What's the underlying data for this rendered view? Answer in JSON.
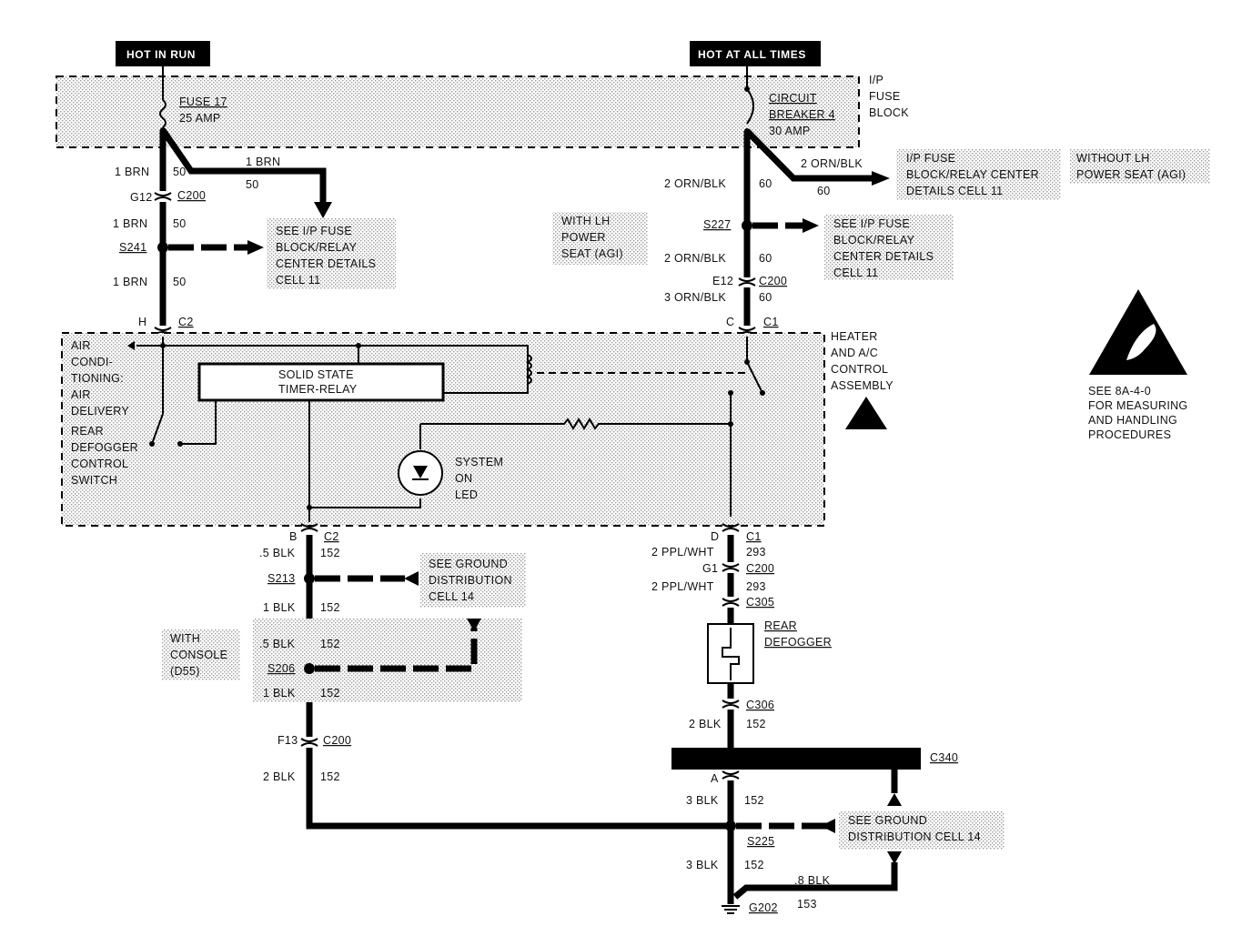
{
  "supplies": {
    "left": "HOT IN RUN",
    "right": "HOT AT ALL TIMES"
  },
  "fuse_block": {
    "fuse": [
      "FUSE 17",
      "25 AMP"
    ],
    "breaker": [
      "CIRCUIT",
      "BREAKER 4",
      "30 AMP"
    ],
    "title": [
      "I/P",
      "FUSE",
      "BLOCK"
    ]
  },
  "left_wires": {
    "w1": "1 BRN",
    "c1": "50",
    "w2": "1 BRN",
    "c2": "50",
    "branch_w": "1 BRN",
    "branch_c": "50",
    "w3": "1 BRN",
    "c3": "50",
    "g12": "G12",
    "c200": "C200",
    "splice": "S241",
    "h": "H",
    "c2conn": "C2"
  },
  "left_note": [
    "SEE I/P FUSE",
    "BLOCK/RELAY",
    "CENTER DETAILS",
    "CELL 11"
  ],
  "right_wires": {
    "w1": "2 ORN/BLK",
    "c1": "60",
    "branch_w": "2 ORN/BLK",
    "branch_c": "60",
    "w2": "2 ORN/BLK",
    "c2": "60",
    "e12": "E12",
    "c200": "C200",
    "w3": "3 ORN/BLK",
    "c3": "60",
    "splice": "S227",
    "c": "C",
    "c1conn": "C1"
  },
  "right_branch_note": [
    "I/P FUSE",
    "BLOCK/RELAY CENTER",
    "DETAILS CELL 11"
  ],
  "without_note": [
    "WITHOUT LH",
    "POWER SEAT (AGI)"
  ],
  "with_note": [
    "WITH LH",
    "POWER",
    "SEAT (AGI)"
  ],
  "right_splice_note": [
    "SEE I/P FUSE",
    "BLOCK/RELAY",
    "CENTER DETAILS",
    "CELL 11"
  ],
  "control": {
    "title": [
      "HEATER",
      "AND A/C",
      "CONTROL",
      "ASSEMBLY"
    ],
    "ac": [
      "AIR",
      "CONDI-",
      "TIONING:",
      "AIR",
      "DELIVERY"
    ],
    "rear": [
      "REAR",
      "DEFOGGER",
      "CONTROL",
      "SWITCH"
    ],
    "relay": [
      "SOLID STATE",
      "TIMER-RELAY"
    ],
    "led": [
      "SYSTEM",
      "ON",
      "LED"
    ]
  },
  "esd_note": [
    "SEE 8A-4-0",
    "FOR MEASURING",
    "AND HANDLING",
    "PROCEDURES"
  ],
  "bottom_left": {
    "b": "B",
    "c2": "C2",
    "w1": ".5 BLK",
    "c1": "152",
    "s213": "S213",
    "w2": "1 BLK",
    "c2n": "152",
    "w3": ".5 BLK",
    "c3": "152",
    "s206": "S206",
    "w4": "1 BLK",
    "c4": "152",
    "f13": "F13",
    "c200": "C200",
    "w5": "2 BLK",
    "c5": "152"
  },
  "ground_note1": [
    "SEE GROUND",
    "DISTRIBUTION",
    "CELL 14"
  ],
  "console_note": [
    "WITH",
    "CONSOLE",
    "(D55)"
  ],
  "bottom_right": {
    "d": "D",
    "c1": "C1",
    "w1": "2 PPL/WHT",
    "n1": "293",
    "g1": "G1",
    "c200": "C200",
    "w2": "2 PPL/WHT",
    "n2": "293",
    "c305": "C305",
    "defogger": [
      "REAR",
      "DEFOGGER"
    ],
    "c306": "C306",
    "w3": "2 BLK",
    "n3": "152",
    "c340": "C340",
    "a": "A",
    "w4": "3 BLK",
    "n4": "152",
    "s225": "S225",
    "w5": "3 BLK",
    "n5": "152",
    "w6": ".8 BLK",
    "n6": "153",
    "g202": "G202"
  },
  "ground_note2": [
    "SEE GROUND",
    "DISTRIBUTION CELL 14"
  ]
}
